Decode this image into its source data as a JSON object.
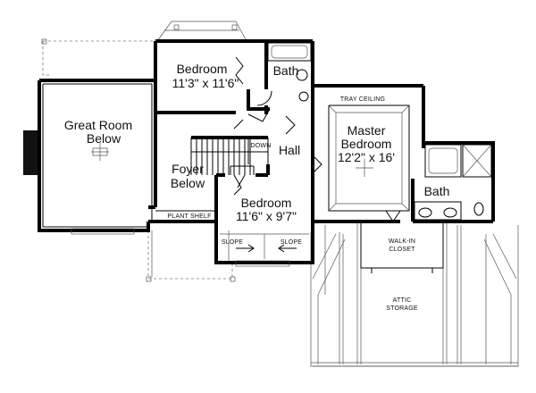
{
  "rooms": {
    "bedroom_top": {
      "name": "Bedroom",
      "size": "11'3\" x 11'6\""
    },
    "bath_top": {
      "name": "Bath"
    },
    "great_room": {
      "name": "Great Room",
      "sub": "Below"
    },
    "foyer": {
      "name": "Foyer",
      "sub": "Below"
    },
    "hall": {
      "name": "Hall"
    },
    "master": {
      "name": "Master",
      "name2": "Bedroom",
      "size": "12'2\" x 16'"
    },
    "bath_master": {
      "name": "Bath"
    },
    "bedroom_mid": {
      "name": "Bedroom",
      "size": "11'6\" x 9'7\""
    }
  },
  "notes": {
    "down": "DOWN",
    "tray_ceiling": "TRAY CEILING",
    "plant_shelf": "PLANT SHELF",
    "slope_left": "SLOPE",
    "slope_right": "SLOPE",
    "walkin_1": "WALK-IN",
    "walkin_2": "CLOSET",
    "attic_1": "ATTIC",
    "attic_2": "STORAGE"
  }
}
